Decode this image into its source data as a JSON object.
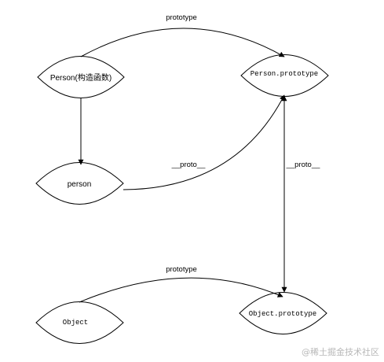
{
  "nodes": {
    "person_constructor": "Person(构造函数)",
    "person_instance": "person",
    "person_prototype": "Person.prototype",
    "object": "Object",
    "object_prototype": "Object.prototype"
  },
  "edges": {
    "top_prototype": "prototype",
    "person_proto": "__proto__",
    "prototype_proto": "__proto__",
    "bottom_prototype": "prototype"
  },
  "watermark": "@稀土掘金技术社区",
  "colors": {
    "stroke": "#000000",
    "background": "#ffffff",
    "watermark": "#b8b8b8"
  }
}
